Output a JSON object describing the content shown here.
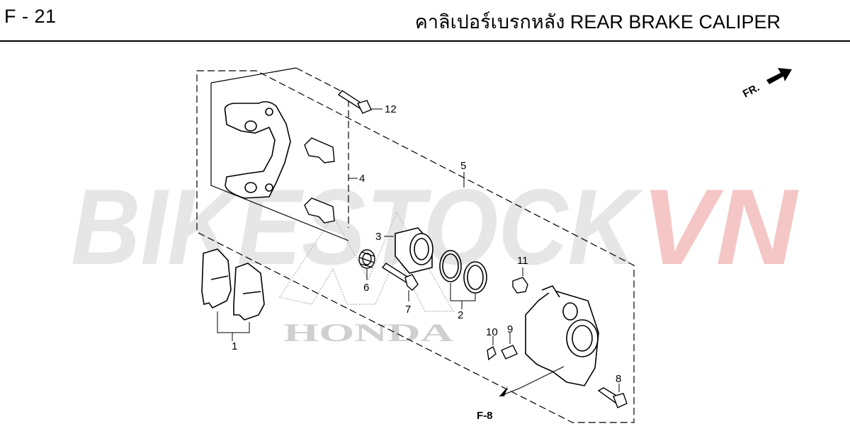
{
  "header": {
    "page_code": "F - 21",
    "title": "คาลิเปอร์เบรกหลัง  REAR BRAKE CALIPER"
  },
  "watermark": {
    "text_main": "BIKESTOCK",
    "text_accent": "VN",
    "color_main": "#e6e6e6",
    "color_accent": "#f5c6c6",
    "logo_text": "HONDA"
  },
  "direction_marker": {
    "label": "FR."
  },
  "reference": {
    "label": "F-8"
  },
  "callouts": [
    "1",
    "2",
    "3",
    "4",
    "5",
    "6",
    "7",
    "8",
    "9",
    "10",
    "11",
    "12"
  ]
}
